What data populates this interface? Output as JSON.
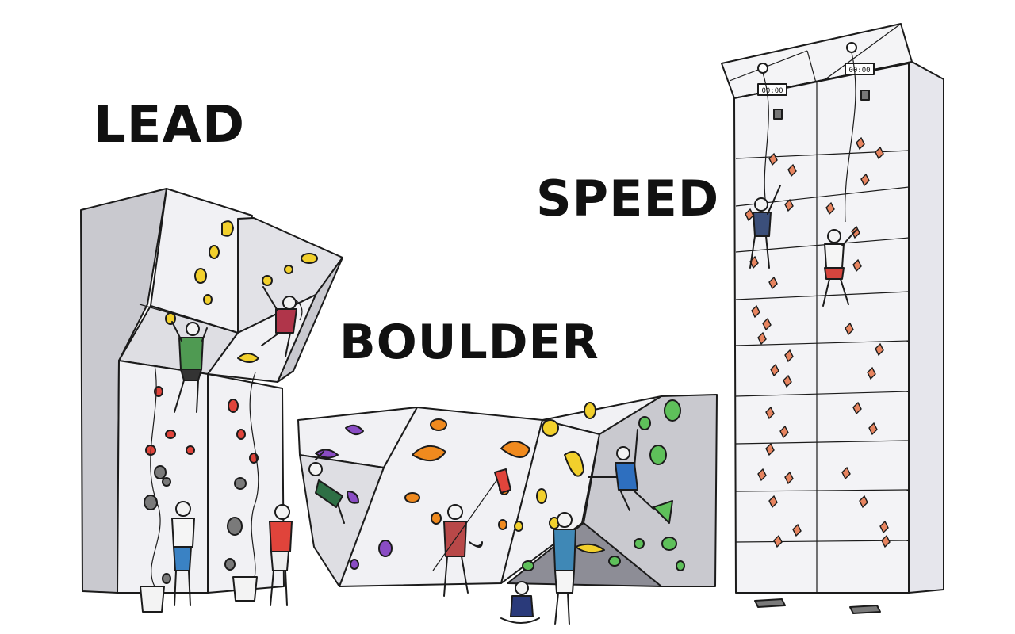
{
  "labels": {
    "lead": "LEAD",
    "boulder": "BOULDER",
    "speed": "SPEED"
  },
  "timers": {
    "left": "00:00",
    "right": "00:00"
  },
  "colors": {
    "hold_yellow": "#f2d02c",
    "hold_red": "#e0443b",
    "hold_gray": "#7a7a7a",
    "hold_purple": "#8a4cc4",
    "hold_orange": "#f08a1e",
    "hold_green": "#5ec05a",
    "hold_speed": "#e7845f",
    "wall_light": "#f1f1f4",
    "wall_shade": "#c9c9cf",
    "wall_dark": "#8d8d96"
  }
}
